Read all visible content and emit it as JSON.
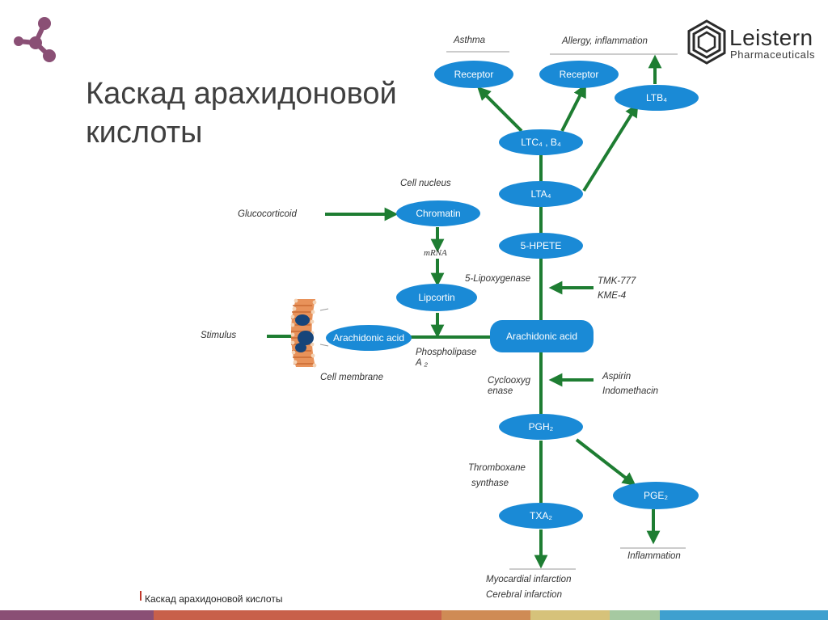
{
  "title": "Каскад арахидоновой кислоты",
  "title_line1": "Каскад арахидоновой",
  "title_line2": "кислоты",
  "footer": "Каскад арахидоновой кислоты",
  "logo": {
    "name": "Leistern",
    "sub": "Pharmaceuticals"
  },
  "nodes": {
    "receptor_asthma": "Receptor",
    "receptor_allergy": "Receptor",
    "ltb4": "LTB₄",
    "ltc4": "LTC₄ , B₄",
    "lta4": "LTA₄",
    "chromatin": "Chromatin",
    "hpete": "5-HPETE",
    "lipcortin": "Lipcortin",
    "arachidonic_membrane": "Arachidonic acid",
    "arachidonic_main": "Arachidonic acid",
    "pgh2": "PGH₂",
    "pge2": "PGE₂",
    "txa2": "TXA₂"
  },
  "labels": {
    "asthma": "Asthma",
    "allergy": "Allergy, inflammation",
    "cell_nucleus": "Cell nucleus",
    "glucocorticoid": "Glucocorticoid",
    "mrna": "mRNA",
    "lipoxygenase": "5-Lipoxygenase",
    "tmk": "TMK-777",
    "kme": "KME-4",
    "stimulus": "Stimulus",
    "phospholipase_1": "Phospholipase",
    "phospholipase_2": "A ₂",
    "cell_membrane": "Cell membrane",
    "cyclo_1": "Cyclooxyg",
    "cyclo_2": "enase",
    "aspirin": "Aspirin",
    "indomethacin": "Indomethacin",
    "thromboxane_1": "Thromboxane",
    "thromboxane_2": "synthase",
    "inflammation": "Inflammation",
    "myocardial": "Myocardial infarction",
    "cerebral": "Cerebral infarction"
  },
  "colors": {
    "node": "#1a8ad6",
    "arrow": "#1e7d32",
    "molecule": "#8a4f75",
    "footer_bar": [
      "#8a4f75",
      "#c8604a",
      "#cf8b55",
      "#d6c27a",
      "#a6c9a1",
      "#3fa0cf"
    ]
  }
}
